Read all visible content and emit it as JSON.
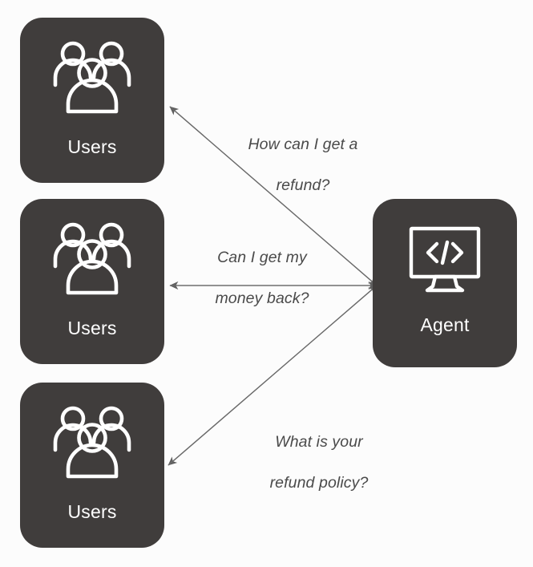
{
  "diagram": {
    "title": "Users to Agent refund query diagram",
    "background_color": "#fcfcfc",
    "node_color": "#403d3c",
    "node_text_color": "#ffffff",
    "edge_color": "#666666",
    "edge_label_color": "#4a4a4a"
  },
  "nodes": [
    {
      "id": "users-1",
      "label": "Users",
      "icon": "users-group-icon"
    },
    {
      "id": "users-2",
      "label": "Users",
      "icon": "users-group-icon"
    },
    {
      "id": "users-3",
      "label": "Users",
      "icon": "users-group-icon"
    },
    {
      "id": "agent",
      "label": "Agent",
      "icon": "monitor-code-icon"
    }
  ],
  "edges": [
    {
      "id": "edge-1",
      "from": "users-1",
      "to": "agent",
      "direction": "both",
      "label_line1": "How can I get a",
      "label_line2": "refund?"
    },
    {
      "id": "edge-2",
      "from": "users-2",
      "to": "agent",
      "direction": "both",
      "label_line1": "Can I get my",
      "label_line2": "money back?"
    },
    {
      "id": "edge-3",
      "from": "users-3",
      "to": "agent",
      "direction": "both",
      "label_line1": "What is your",
      "label_line2": "refund policy?"
    }
  ]
}
